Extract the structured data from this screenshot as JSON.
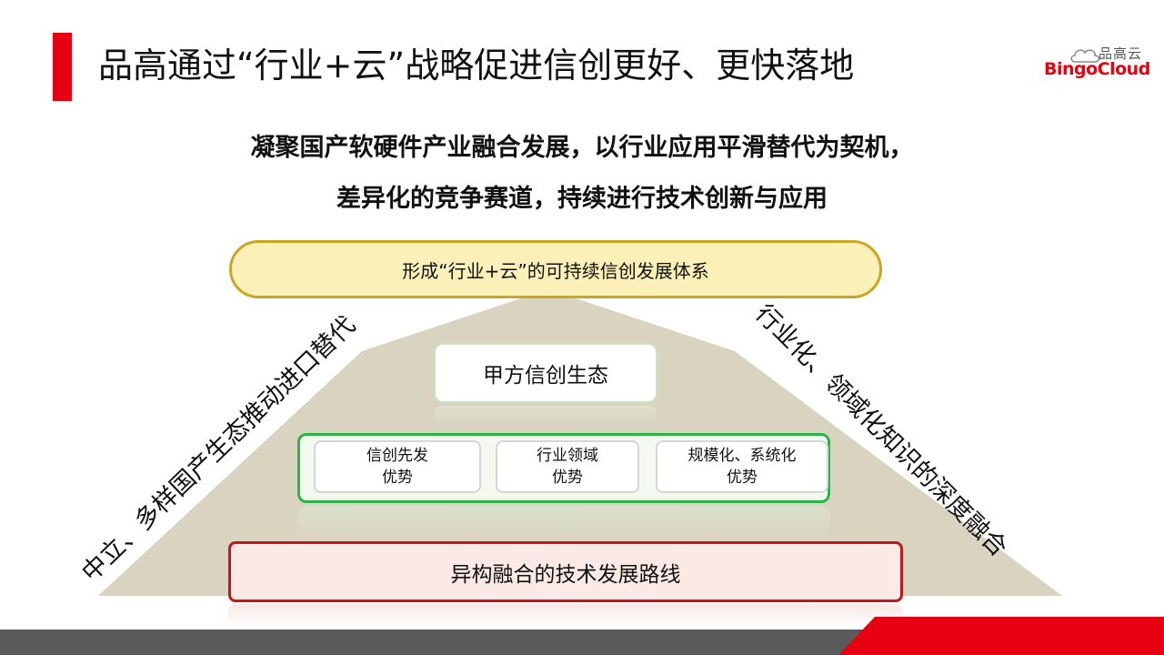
{
  "header": {
    "title": "品高通过“行业+云”战略促进信创更好、更快落地",
    "logo_cn": "品高云",
    "logo_en": "BingoCloud"
  },
  "subtitle": {
    "line1": "凝聚国产软硬件产业融合发展，以行业应用平滑替代为契机，",
    "line2": "差异化的竞争赛道，持续进行技术创新与应用"
  },
  "pyramid": {
    "top": "形成“行业+云”的可持续信创发展体系",
    "ecosystem": "甲方信创生态",
    "advantages": [
      {
        "line1": "信创先发",
        "line2": "优势"
      },
      {
        "line1": "行业领域",
        "line2": "优势"
      },
      {
        "line1": "规模化、系统化",
        "line2": "优势"
      }
    ],
    "base": "异构融合的技术发展路线",
    "left_label": "中立、多样国产生态推动进口替代",
    "right_label": "行业化、领域化知识的深度融合"
  },
  "colors": {
    "accent_red": "#e60012",
    "pill_border": "#c9a722",
    "pill_fill": "#fbf0b8",
    "green_border": "#2eb34a",
    "base_border": "#c4161c",
    "pyramid_fill": "#d8d4c0"
  }
}
